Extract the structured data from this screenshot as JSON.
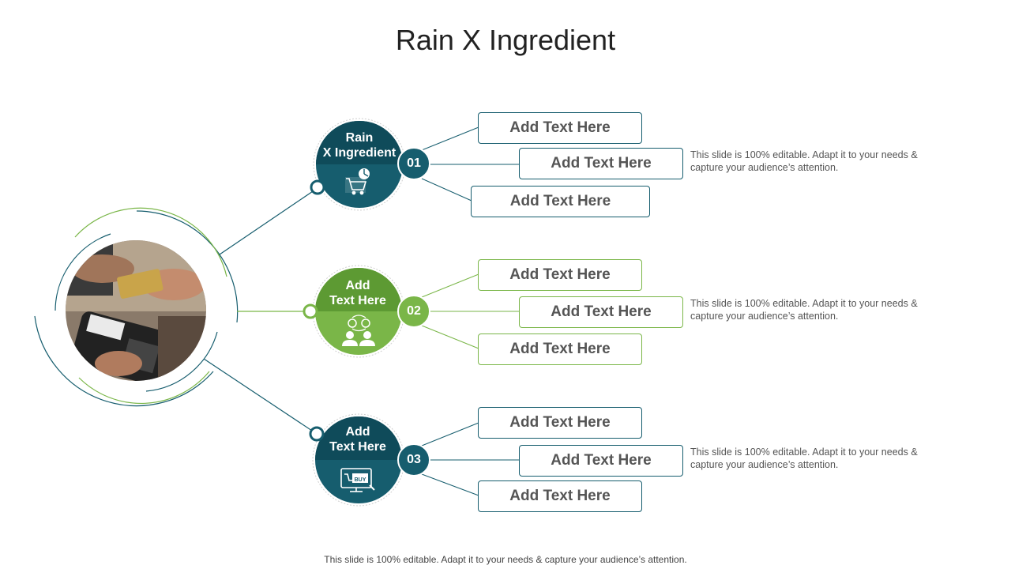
{
  "title": "Rain X Ingredient",
  "footer": "This slide is 100% editable. Adapt it to your needs & capture your audience’s attention.",
  "colors": {
    "teal": "#165d6e",
    "teal_dark": "#0f4b5a",
    "green": "#7ab648",
    "green_dark": "#5d9a33"
  },
  "photo": {
    "description_icon": "card-payment-photo"
  },
  "items": [
    {
      "heading": "Rain\nX Ingredient",
      "number": "01",
      "color": "teal",
      "icon": "shopping-cart-icon",
      "boxes": [
        "Add Text Here",
        "Add Text Here",
        "Add Text Here"
      ],
      "description": "This slide is 100% editable. Adapt it to your needs & capture your audience’s attention."
    },
    {
      "heading": "Add\nText Here",
      "number": "02",
      "color": "green",
      "icon": "people-exchange-icon",
      "boxes": [
        "Add Text Here",
        "Add Text Here",
        "Add Text Here"
      ],
      "description": "This slide is 100% editable. Adapt it to your needs & capture your audience’s attention."
    },
    {
      "heading": "Add\nText Here",
      "number": "03",
      "color": "teal",
      "icon": "buy-monitor-icon",
      "boxes": [
        "Add Text Here",
        "Add Text Here",
        "Add Text Here"
      ],
      "description": "This slide is 100% editable. Adapt it to your needs & capture your audience’s attention."
    }
  ]
}
